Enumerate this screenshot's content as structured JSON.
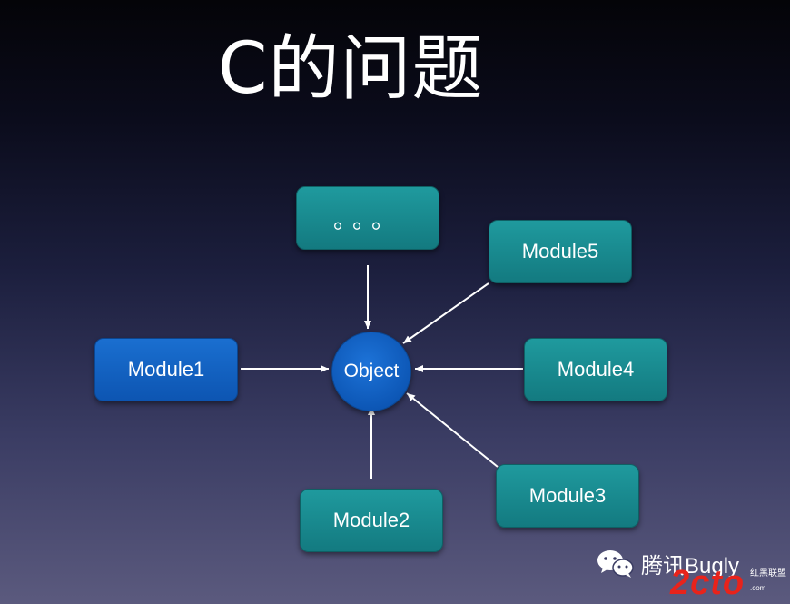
{
  "title": "C的问题",
  "center": {
    "label": "Object"
  },
  "nodes": {
    "ellipsis": "。。。",
    "module1": "Module1",
    "module2": "Module2",
    "module3": "Module3",
    "module4": "Module4",
    "module5": "Module5"
  },
  "edges": [
    {
      "from": "。。。",
      "to": "Object"
    },
    {
      "from": "Module5",
      "to": "Object"
    },
    {
      "from": "Module1",
      "to": "Object"
    },
    {
      "from": "Module4",
      "to": "Object"
    },
    {
      "from": "Module3",
      "to": "Object"
    },
    {
      "from": "Module2",
      "to": "Object"
    }
  ],
  "watermark": {
    "brand": "腾讯Bugly",
    "site": "2cto",
    "site_sub": "红黑联盟",
    "site_url": ".com"
  },
  "colors": {
    "teal": "#1a8c91",
    "blue": "#0f5fc0",
    "arrow": "#ffffff",
    "site_red": "#e8231b"
  }
}
